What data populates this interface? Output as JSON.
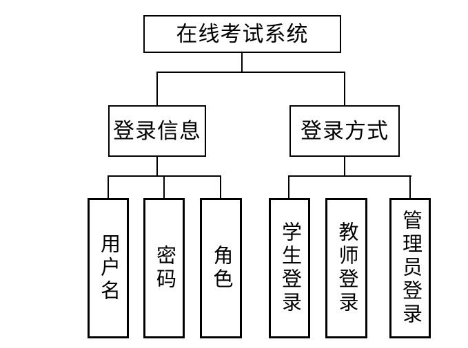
{
  "diagram": {
    "type": "tree",
    "colors": {
      "line": "#000000",
      "background": "#ffffff",
      "text": "#000000"
    },
    "root": {
      "label": "在线考试系统"
    },
    "branches": [
      {
        "label": "登录信息",
        "children": [
          {
            "label": "用户名"
          },
          {
            "label": "密码"
          },
          {
            "label": "角色"
          }
        ]
      },
      {
        "label": "登录方式",
        "children": [
          {
            "label": "学生登录"
          },
          {
            "label": "教师登录"
          },
          {
            "label": "管理员登录"
          }
        ]
      }
    ]
  }
}
